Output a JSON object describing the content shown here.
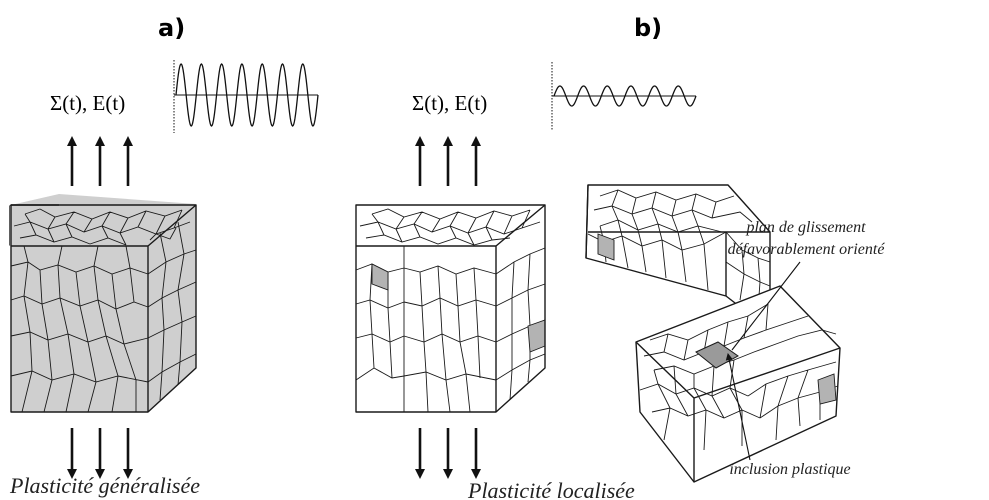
{
  "panels": {
    "a": {
      "label": "a)",
      "equation": "Σ(t), E(t)",
      "caption": "Plasticité généralisée",
      "wave_cycles": 7,
      "wave_amplitude": "large"
    },
    "b": {
      "label": "b)",
      "equation": "Σ(t), E(t)",
      "caption": "Plasticité localisée",
      "wave_cycles": 6,
      "wave_amplitude": "small"
    }
  },
  "annotations": {
    "slip_plane": [
      "plan de glissement",
      "défavorablement orienté"
    ],
    "inclusion": "inclusion plastique"
  },
  "colors": {
    "grain_fill": "#cfcfcf",
    "plastic_grain": "#b3b3b3",
    "ink": "#111111"
  }
}
